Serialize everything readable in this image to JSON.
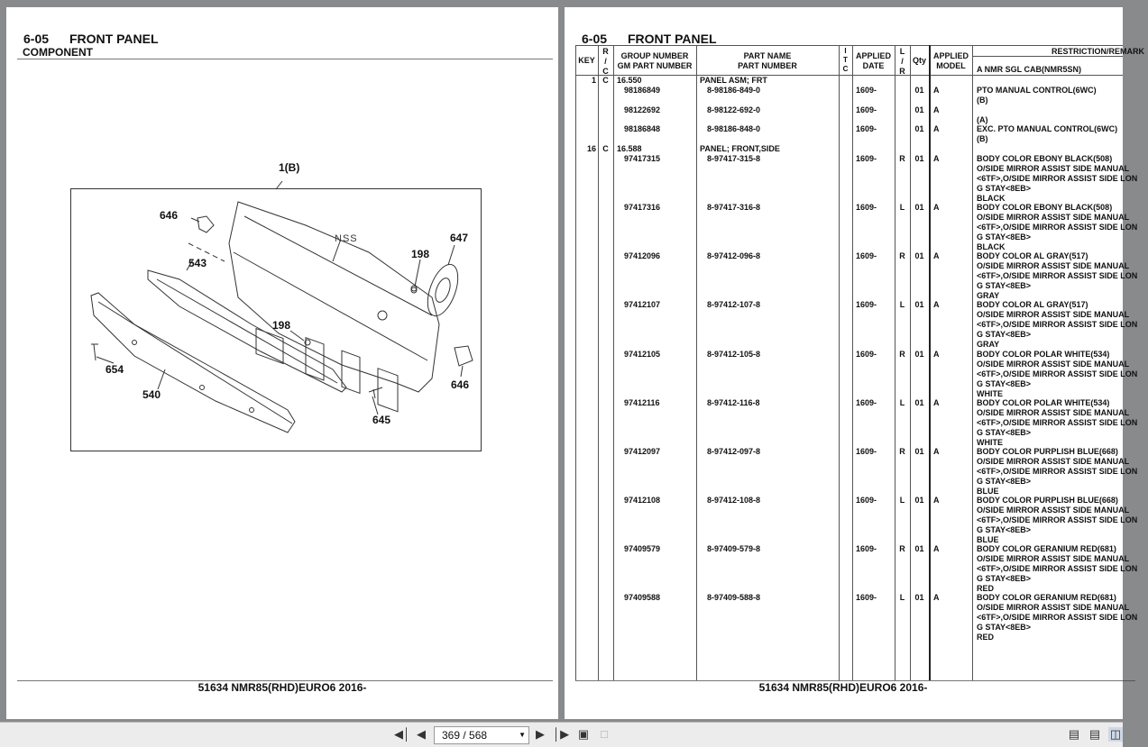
{
  "left_page": {
    "section_code": "6-05",
    "section_title": "FRONT PANEL",
    "subtitle": "COMPONENT",
    "footer": "51634 NMR85(RHD)EURO6 2016-",
    "diagram": {
      "top_label": "1(B)",
      "nss_label": "NSS",
      "callouts": [
        "646",
        "543",
        "198",
        "647",
        "198",
        "654",
        "540",
        "645",
        "646"
      ]
    }
  },
  "right_page": {
    "section_code": "6-05",
    "section_title": "FRONT PANEL",
    "footer": "51634 NMR85(RHD)EURO6 2016-",
    "headers": {
      "key": "KEY",
      "rc": "R\n/\nC",
      "group_number": "GROUP NUMBER",
      "gm_part_number": "GM PART NUMBER",
      "part_name": "PART NAME",
      "part_number": "PART NUMBER",
      "itc": "I\nT\nC",
      "applied_date": "APPLIED\nDATE",
      "lr": "L\n/\nR",
      "qty": "Qty",
      "applied_model": "APPLIED\nMODEL",
      "restriction": "RESTRICTION/REMARK",
      "model_note": "A NMR SGL CAB(NMR5SN)"
    },
    "rows": [
      {
        "key": "1",
        "rc": "C",
        "group": "16.550",
        "name": "PANEL ASM; FRT",
        "gm": "",
        "pn": "",
        "date": "",
        "lr": "",
        "qty": "",
        "model": "",
        "remark": ""
      },
      {
        "key": "",
        "rc": "",
        "group": "",
        "name": "",
        "gm": "98186849",
        "pn": "8-98186-849-0",
        "date": "1609-",
        "lr": "",
        "qty": "01",
        "model": "A",
        "remark": "PTO MANUAL CONTROL(6WC)\n(B)"
      },
      {
        "key": "",
        "rc": "",
        "group": "",
        "name": "",
        "gm": "98122692",
        "pn": "8-98122-692-0",
        "date": "1609-",
        "lr": "",
        "qty": "01",
        "model": "A",
        "remark": "\n(A)"
      },
      {
        "key": "",
        "rc": "",
        "group": "",
        "name": "",
        "gm": "98186848",
        "pn": "8-98186-848-0",
        "date": "1609-",
        "lr": "",
        "qty": "01",
        "model": "A",
        "remark": "EXC. PTO MANUAL CONTROL(6WC)\n(B)"
      },
      {
        "key": "16",
        "rc": "C",
        "group": "16.588",
        "name": "PANEL; FRONT,SIDE",
        "gm": "",
        "pn": "",
        "date": "",
        "lr": "",
        "qty": "",
        "model": "",
        "remark": ""
      },
      {
        "key": "",
        "rc": "",
        "group": "",
        "name": "",
        "gm": "97417315",
        "pn": "8-97417-315-8",
        "date": "1609-",
        "lr": "R",
        "qty": "01",
        "model": "A",
        "remark": "BODY COLOR EBONY BLACK(508)\nO/SIDE MIRROR ASSIST SIDE MANUAL\n<6TF>,O/SIDE MIRROR ASSIST SIDE LON\nG STAY<8EB>\nBLACK"
      },
      {
        "key": "",
        "rc": "",
        "group": "",
        "name": "",
        "gm": "97417316",
        "pn": "8-97417-316-8",
        "date": "1609-",
        "lr": "L",
        "qty": "01",
        "model": "A",
        "remark": "BODY COLOR EBONY BLACK(508)\nO/SIDE MIRROR ASSIST SIDE MANUAL\n<6TF>,O/SIDE MIRROR ASSIST SIDE LON\nG STAY<8EB>\nBLACK"
      },
      {
        "key": "",
        "rc": "",
        "group": "",
        "name": "",
        "gm": "97412096",
        "pn": "8-97412-096-8",
        "date": "1609-",
        "lr": "R",
        "qty": "01",
        "model": "A",
        "remark": "BODY COLOR AL GRAY(517)\nO/SIDE MIRROR ASSIST SIDE MANUAL\n<6TF>,O/SIDE MIRROR ASSIST SIDE LON\nG STAY<8EB>\nGRAY"
      },
      {
        "key": "",
        "rc": "",
        "group": "",
        "name": "",
        "gm": "97412107",
        "pn": "8-97412-107-8",
        "date": "1609-",
        "lr": "L",
        "qty": "01",
        "model": "A",
        "remark": "BODY COLOR AL GRAY(517)\nO/SIDE MIRROR ASSIST SIDE MANUAL\n<6TF>,O/SIDE MIRROR ASSIST SIDE LON\nG STAY<8EB>\nGRAY"
      },
      {
        "key": "",
        "rc": "",
        "group": "",
        "name": "",
        "gm": "97412105",
        "pn": "8-97412-105-8",
        "date": "1609-",
        "lr": "R",
        "qty": "01",
        "model": "A",
        "remark": "BODY COLOR POLAR WHITE(534)\nO/SIDE MIRROR ASSIST SIDE MANUAL\n<6TF>,O/SIDE MIRROR ASSIST SIDE LON\nG STAY<8EB>\nWHITE"
      },
      {
        "key": "",
        "rc": "",
        "group": "",
        "name": "",
        "gm": "97412116",
        "pn": "8-97412-116-8",
        "date": "1609-",
        "lr": "L",
        "qty": "01",
        "model": "A",
        "remark": "BODY COLOR POLAR WHITE(534)\nO/SIDE MIRROR ASSIST SIDE MANUAL\n<6TF>,O/SIDE MIRROR ASSIST SIDE LON\nG STAY<8EB>\nWHITE"
      },
      {
        "key": "",
        "rc": "",
        "group": "",
        "name": "",
        "gm": "97412097",
        "pn": "8-97412-097-8",
        "date": "1609-",
        "lr": "R",
        "qty": "01",
        "model": "A",
        "remark": "BODY COLOR PURPLISH BLUE(668)\nO/SIDE MIRROR ASSIST SIDE MANUAL\n<6TF>,O/SIDE MIRROR ASSIST SIDE LON\nG STAY<8EB>\nBLUE"
      },
      {
        "key": "",
        "rc": "",
        "group": "",
        "name": "",
        "gm": "97412108",
        "pn": "8-97412-108-8",
        "date": "1609-",
        "lr": "L",
        "qty": "01",
        "model": "A",
        "remark": "BODY COLOR PURPLISH BLUE(668)\nO/SIDE MIRROR ASSIST SIDE MANUAL\n<6TF>,O/SIDE MIRROR ASSIST SIDE LON\nG STAY<8EB>\nBLUE"
      },
      {
        "key": "",
        "rc": "",
        "group": "",
        "name": "",
        "gm": "97409579",
        "pn": "8-97409-579-8",
        "date": "1609-",
        "lr": "R",
        "qty": "01",
        "model": "A",
        "remark": "BODY COLOR GERANIUM RED(681)\nO/SIDE MIRROR ASSIST SIDE MANUAL\n<6TF>,O/SIDE MIRROR ASSIST SIDE LON\nG STAY<8EB>\nRED"
      },
      {
        "key": "",
        "rc": "",
        "group": "",
        "name": "",
        "gm": "97409588",
        "pn": "8-97409-588-8",
        "date": "1609-",
        "lr": "L",
        "qty": "01",
        "model": "A",
        "remark": "BODY COLOR GERANIUM RED(681)\nO/SIDE MIRROR ASSIST SIDE MANUAL\n<6TF>,O/SIDE MIRROR ASSIST SIDE LON\nG STAY<8EB>\nRED"
      }
    ]
  },
  "toolbar": {
    "page_indicator": "369 / 568",
    "first_icon": "first-page-icon",
    "prev_icon": "prev-page-icon",
    "next_icon": "next-page-icon",
    "last_icon": "last-page-icon"
  }
}
